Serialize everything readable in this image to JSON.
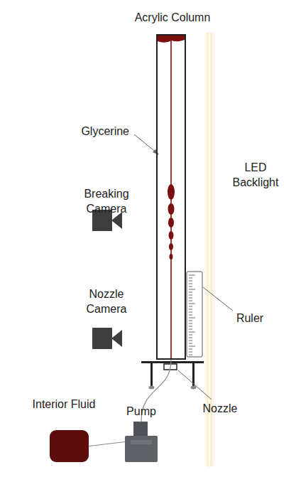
{
  "diagram": {
    "nodes": [
      {
        "text": [
          "Acrylic Column",
          "Glycerine"
        ]
      },
      {
        "text": [
          "Interior Fluid"
        ]
      },
      {
        "text": [
          "Pump"
        ]
      }
    ],
    "edges": [
      {
        "from": 1,
        "to": 2,
        "arrow": "none"
      },
      {
        "from": 2,
        "to": 0,
        "arrow": "none"
      }
    ],
    "labels": [
      "Breaking Camera",
      "LED Backlight",
      "Nozzle Camera",
      "Ruler",
      "Nozzle"
    ]
  }
}
